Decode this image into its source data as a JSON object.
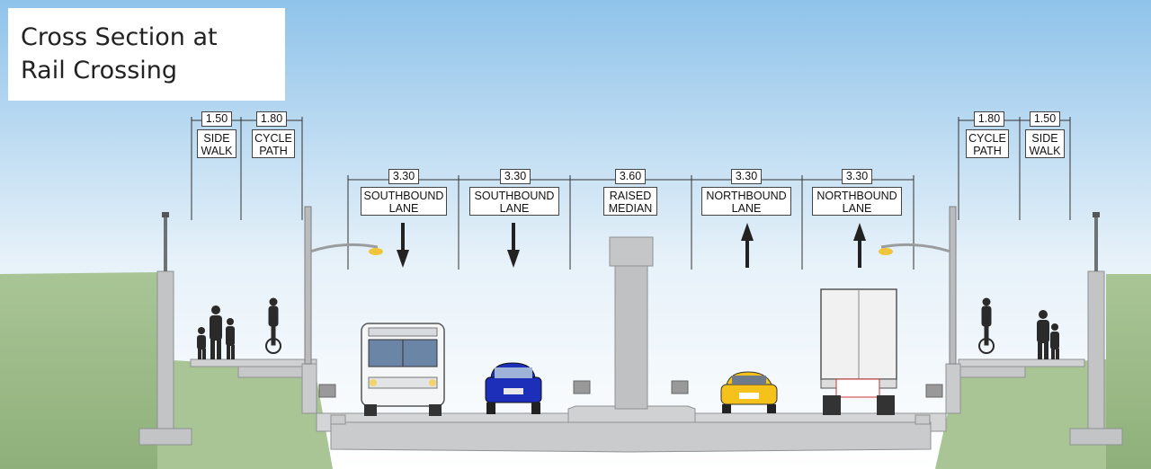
{
  "title": {
    "line1": "Cross Section at",
    "line2": "Rail Crossing"
  },
  "dimensions": {
    "left_sidewalk": {
      "width": "1.50",
      "label_1": "SIDE",
      "label_2": "WALK"
    },
    "left_cycle": {
      "width": "1.80",
      "label_1": "CYCLE",
      "label_2": "PATH"
    },
    "sb_lane_1": {
      "width": "3.30",
      "label_1": "SOUTHBOUND",
      "label_2": "LANE"
    },
    "sb_lane_2": {
      "width": "3.30",
      "label_1": "SOUTHBOUND",
      "label_2": "LANE"
    },
    "median": {
      "width": "3.60",
      "label_1": "RAISED",
      "label_2": "MEDIAN"
    },
    "nb_lane_1": {
      "width": "3.30",
      "label_1": "NORTHBOUND",
      "label_2": "LANE"
    },
    "nb_lane_2": {
      "width": "3.30",
      "label_1": "NORTHBOUND",
      "label_2": "LANE"
    },
    "right_cycle": {
      "width": "1.80",
      "label_1": "CYCLE",
      "label_2": "PATH"
    },
    "right_sidewalk": {
      "width": "1.50",
      "label_1": "SIDE",
      "label_2": "WALK"
    }
  },
  "colors": {
    "sky_top": "#8fc3ea",
    "sky_bottom": "#ffffff",
    "grass": "#9fbe8a",
    "concrete": "#c9cbcc",
    "concrete_dark": "#9a9c9d",
    "bus": "#f4f6f7",
    "car_blue": "#1d2fb8",
    "car_yellow": "#f4c21a",
    "truck": "#f1f1f1"
  }
}
